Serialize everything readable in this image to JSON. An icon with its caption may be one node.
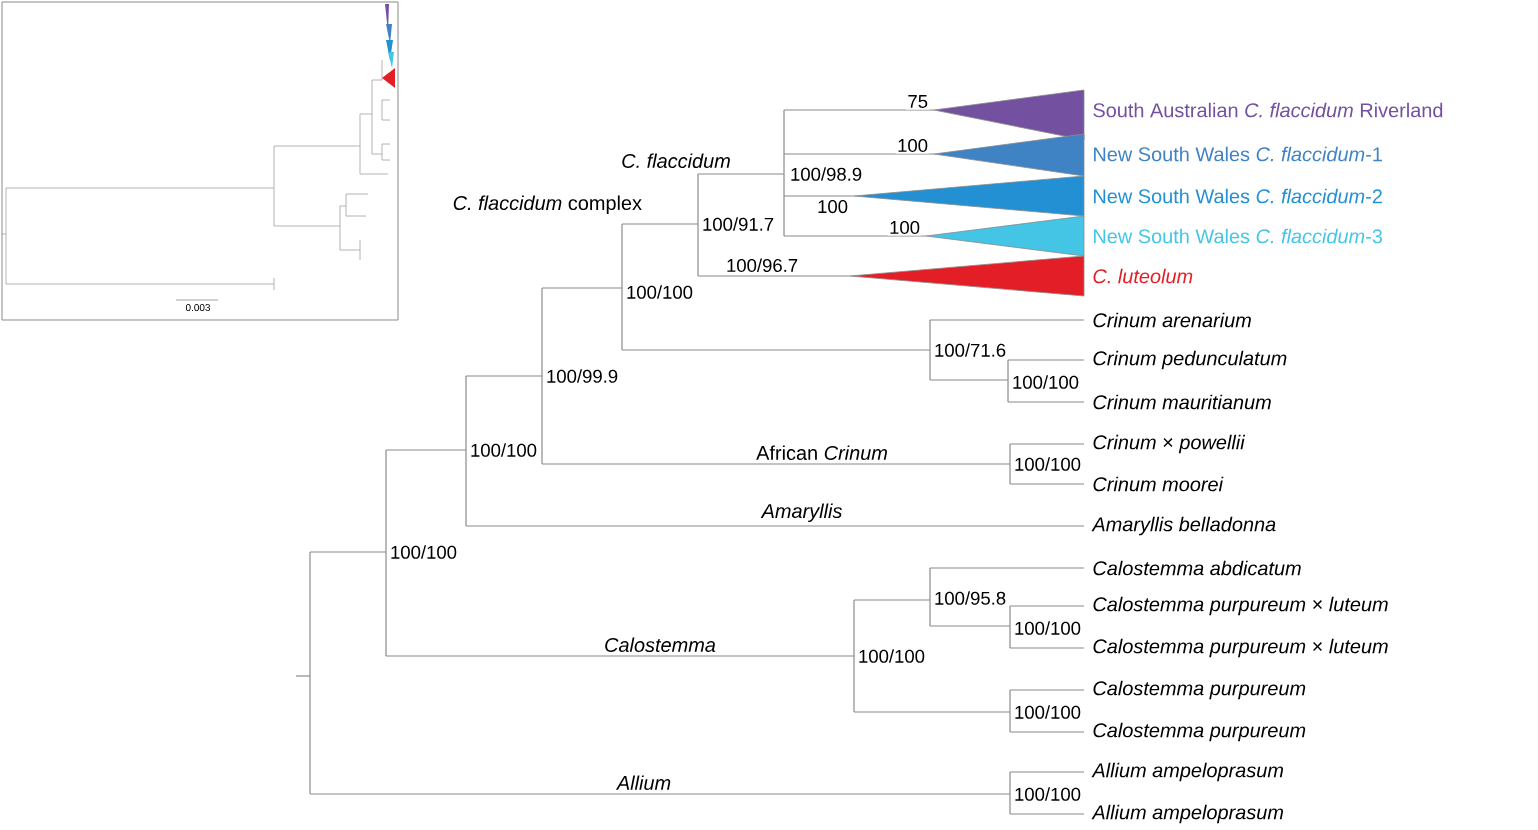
{
  "diagram": {
    "nodes": [
      {
        "text": [
          "South Australian *C. flaccidum* Riverland"
        ]
      },
      {
        "text": [
          "New South Wales *C. flaccidum*-1"
        ]
      },
      {
        "text": [
          "New South Wales *C. flaccidum*-2"
        ]
      },
      {
        "text": [
          "New South Wales *C. flaccidum*-3"
        ]
      },
      {
        "text": [
          "C. luteolum"
        ]
      },
      {
        "text": [
          "Crinum arenarium"
        ]
      },
      {
        "text": [
          "Crinum pedunculatum"
        ]
      },
      {
        "text": [
          "Crinum mauritianum"
        ]
      },
      {
        "text": [
          "*Crinum* × *powellii*"
        ]
      },
      {
        "text": [
          "Crinum moorei"
        ]
      },
      {
        "text": [
          "Amaryllis belladonna"
        ]
      },
      {
        "text": [
          "Calostemma abdicatum"
        ]
      },
      {
        "text": [
          "*Calostemma purpureum* × *luteum*"
        ]
      },
      {
        "text": [
          "*Calostemma purpureum* × *luteum*"
        ]
      },
      {
        "text": [
          "Calostemma purpureum"
        ]
      },
      {
        "text": [
          "Calostemma purpureum"
        ]
      },
      {
        "text": [
          "Allium ampeloprasum"
        ]
      },
      {
        "text": [
          "Allium ampeloprasum"
        ]
      }
    ],
    "labels": [
      "0.003",
      "75",
      "C. flaccidum",
      "100",
      "100/98.9",
      "100",
      "*C. flaccidum* complex",
      "100/91.7",
      "100",
      "100/100",
      "100/96.7",
      "100/71.6",
      "100/99.9",
      "100/100",
      "African *Crinum*",
      "100/100",
      "100/100",
      "Amaryllis",
      "100/100",
      "100/95.8",
      "100/100",
      "Calostemma",
      "100/100",
      "100/100",
      "Allium",
      "100/100"
    ]
  }
}
